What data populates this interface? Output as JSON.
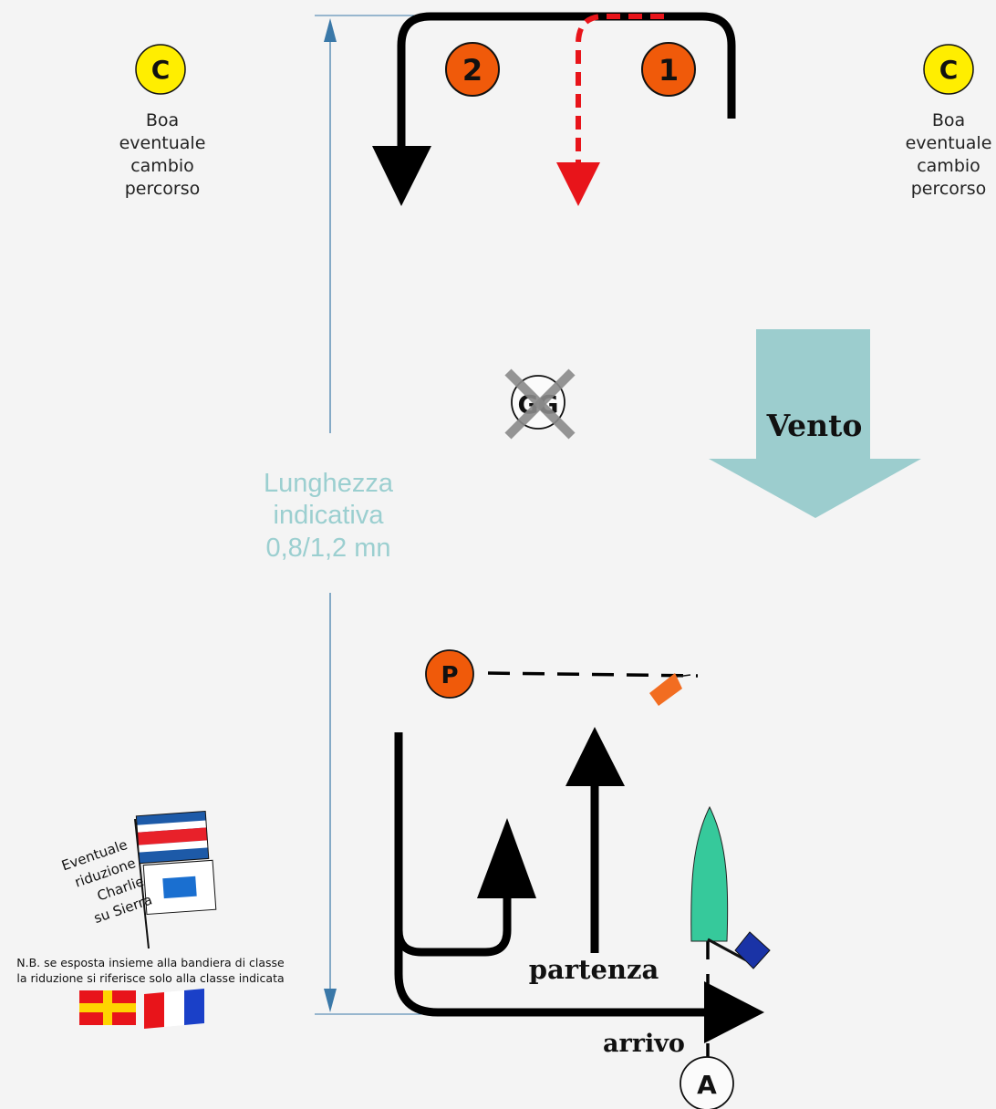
{
  "buoys": {
    "change_letter": "C",
    "change_caption": [
      "Boa",
      "eventuale",
      "cambio",
      "percorso"
    ],
    "mark_1": "1",
    "mark_2": "2",
    "gate_letter": "G",
    "pin_letter": "P",
    "arrival_letter": "A"
  },
  "wind_label": "Vento",
  "length_text": [
    "Lunghezza",
    "indicativa",
    "0,8/1,2 mn"
  ],
  "start_label": "partenza",
  "finish_label": "arrivo",
  "reduction_note": [
    "Eventuale",
    "riduzione",
    "Charlie",
    "su Sierra"
  ],
  "nb_note": [
    "N.B. se esposta insieme alla bandiera di classe",
    "la riduzione si riferisce solo alla classe indicata"
  ],
  "colors": {
    "change_buoy": "#ffee00",
    "course_mark": "#f05a0a",
    "wind_arrow": "#9ccdce",
    "red_route": "#e8141a",
    "boat": "#36c99b",
    "measure_line": "#3a78a8"
  }
}
